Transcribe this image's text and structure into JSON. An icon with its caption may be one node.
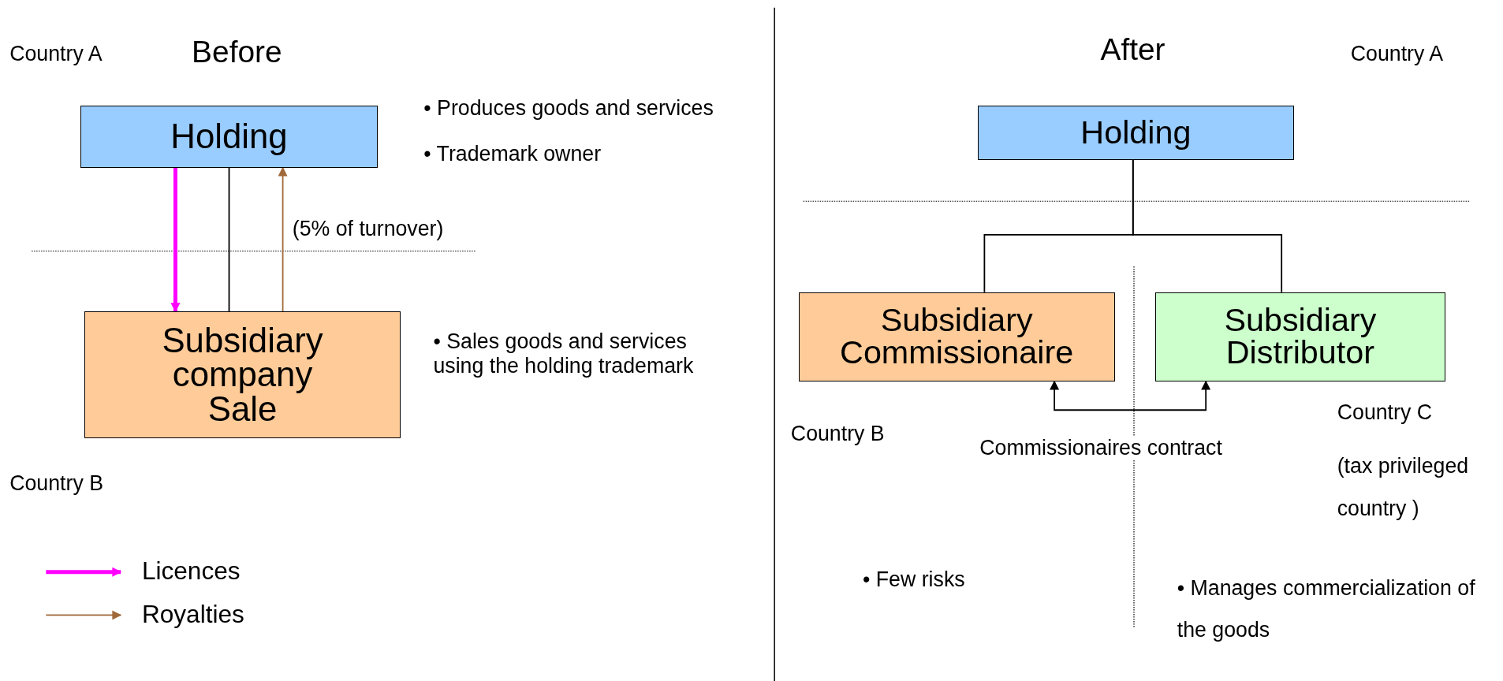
{
  "diagram": {
    "nodes": [
      {
        "text": [
          "Holding"
        ]
      },
      {
        "text": [
          "Subsidiary company Sale"
        ]
      },
      {
        "text": [
          "Holding"
        ]
      },
      {
        "text": [
          "Subsidiary Commissionaire"
        ]
      },
      {
        "text": [
          "Subsidiary Distributor"
        ]
      }
    ],
    "edges": [
      {
        "from": 0,
        "to": 1,
        "arrow": "to",
        "color": "#ff00ff",
        "style": "thick"
      },
      {
        "from": 0,
        "to": 1,
        "arrow": "none"
      },
      {
        "from": 1,
        "to": 0,
        "arrow": "to",
        "color": "#a0693a",
        "label": "(5% of turnover)"
      },
      {
        "from": 2,
        "to": 3,
        "arrow": "none"
      },
      {
        "from": 2,
        "to": 4,
        "arrow": "none"
      },
      {
        "from": 3,
        "to": 4,
        "arrow": "both",
        "label": "Commissionaires contract"
      }
    ],
    "labels": [
      "Country A",
      "Before",
      "• Produces goods and services",
      "• Trademark owner",
      "• Sales goods and services using the holding trademark",
      "Country B",
      "After",
      "Country A",
      "Country B",
      "Country C",
      "(tax privileged country )",
      "• Few risks",
      "• Manages commercialization of the goods"
    ],
    "legend": [
      {
        "text": "Licences"
      },
      {
        "text": "Royalties"
      }
    ]
  }
}
